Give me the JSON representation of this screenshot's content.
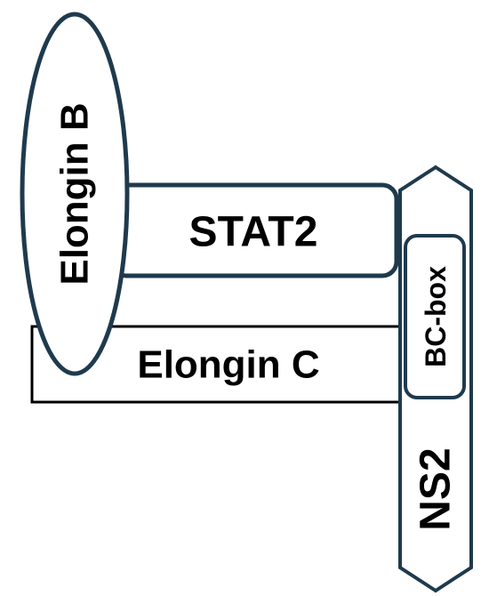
{
  "diagram": {
    "labels": {
      "elongin_b": "Elongin B",
      "stat2": "STAT2",
      "elongin_c": "Elongin C",
      "bc_box": "BC-box",
      "ns2": "NS2"
    },
    "colors": {
      "outline": "#1f3a4d",
      "elongin_c_outline": "#000000",
      "fill": "#ffffff",
      "text": "#000000"
    }
  }
}
